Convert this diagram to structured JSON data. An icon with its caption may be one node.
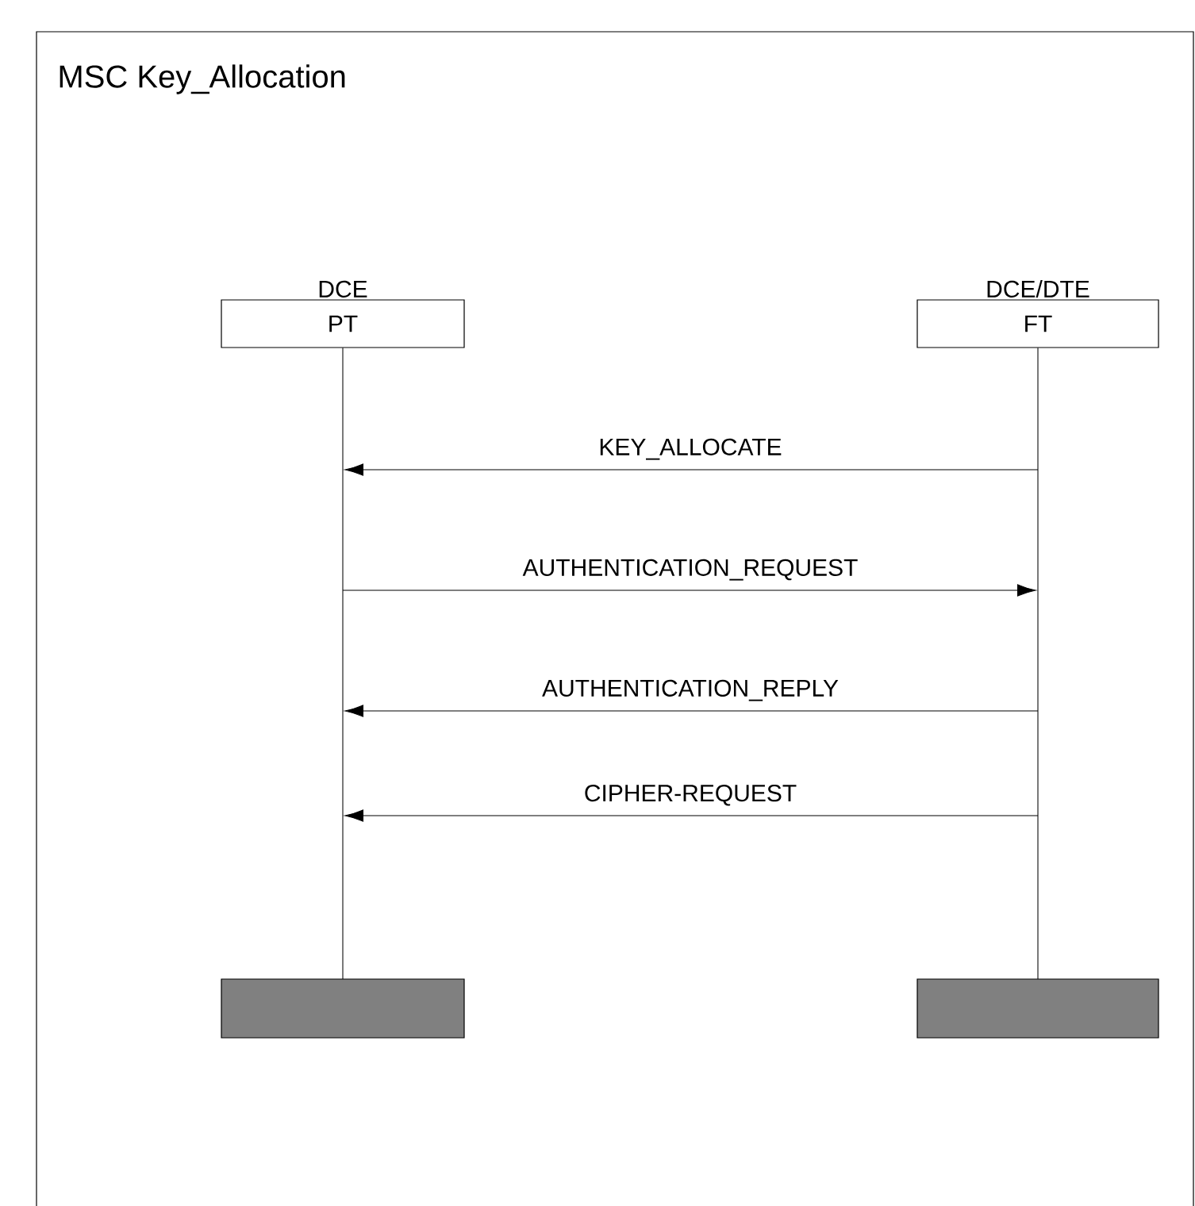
{
  "diagram": {
    "title": "MSC Key_Allocation",
    "nodes": [
      {
        "text": [
          "DCE",
          "PT"
        ]
      },
      {
        "text": [
          "DCE/DTE",
          "FT"
        ]
      },
      {
        "text": [],
        "shape": "line"
      },
      {
        "text": [],
        "shape": "line"
      },
      {
        "text": [],
        "shape": "box"
      },
      {
        "text": [],
        "shape": "box"
      }
    ],
    "edges": [
      {
        "from": 3,
        "to": 2,
        "arrow": "to",
        "label": "KEY_ALLOCATE"
      },
      {
        "from": 2,
        "to": 3,
        "arrow": "to",
        "label": "AUTHENTICATION_REQUEST"
      },
      {
        "from": 3,
        "to": 2,
        "arrow": "to",
        "label": "AUTHENTICATION_REPLY"
      },
      {
        "from": 3,
        "to": 2,
        "arrow": "to",
        "label": "CIPHER-REQUEST"
      }
    ]
  }
}
